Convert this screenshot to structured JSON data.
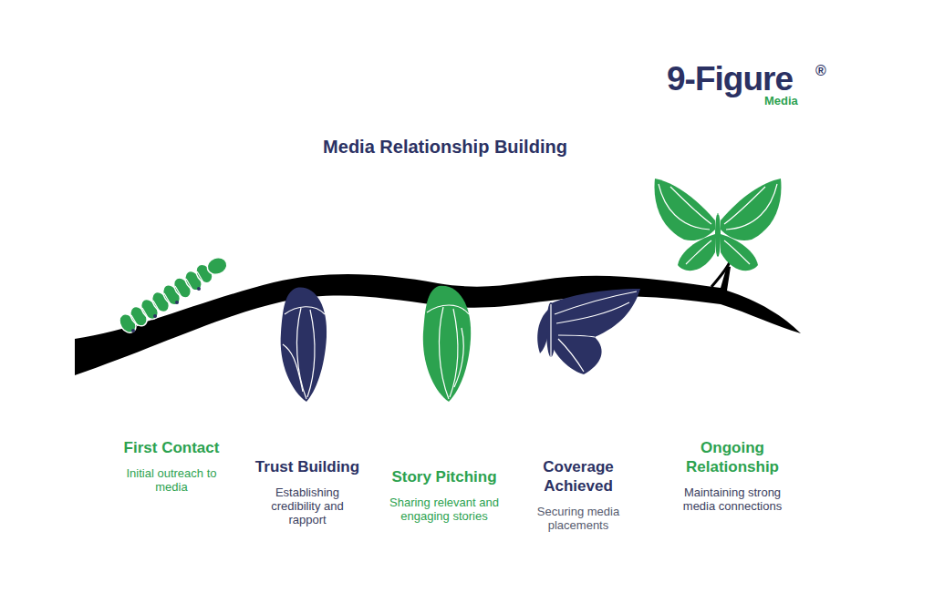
{
  "diagram": {
    "title": "Media Relationship Building",
    "nodes": [
      {
        "text": [
          "First Contact",
          "Initial outreach to media"
        ]
      },
      {
        "text": [
          "Trust Building",
          "Establishing credibility and rapport"
        ]
      },
      {
        "text": [
          "Story Pitching",
          "Sharing relevant and engaging stories"
        ]
      },
      {
        "text": [
          "Coverage Achieved",
          "Securing media placements"
        ]
      },
      {
        "text": [
          "Ongoing Relationship",
          "Maintaining strong media connections"
        ]
      }
    ],
    "labels": [
      "9-Figure",
      "®",
      "Media"
    ]
  }
}
